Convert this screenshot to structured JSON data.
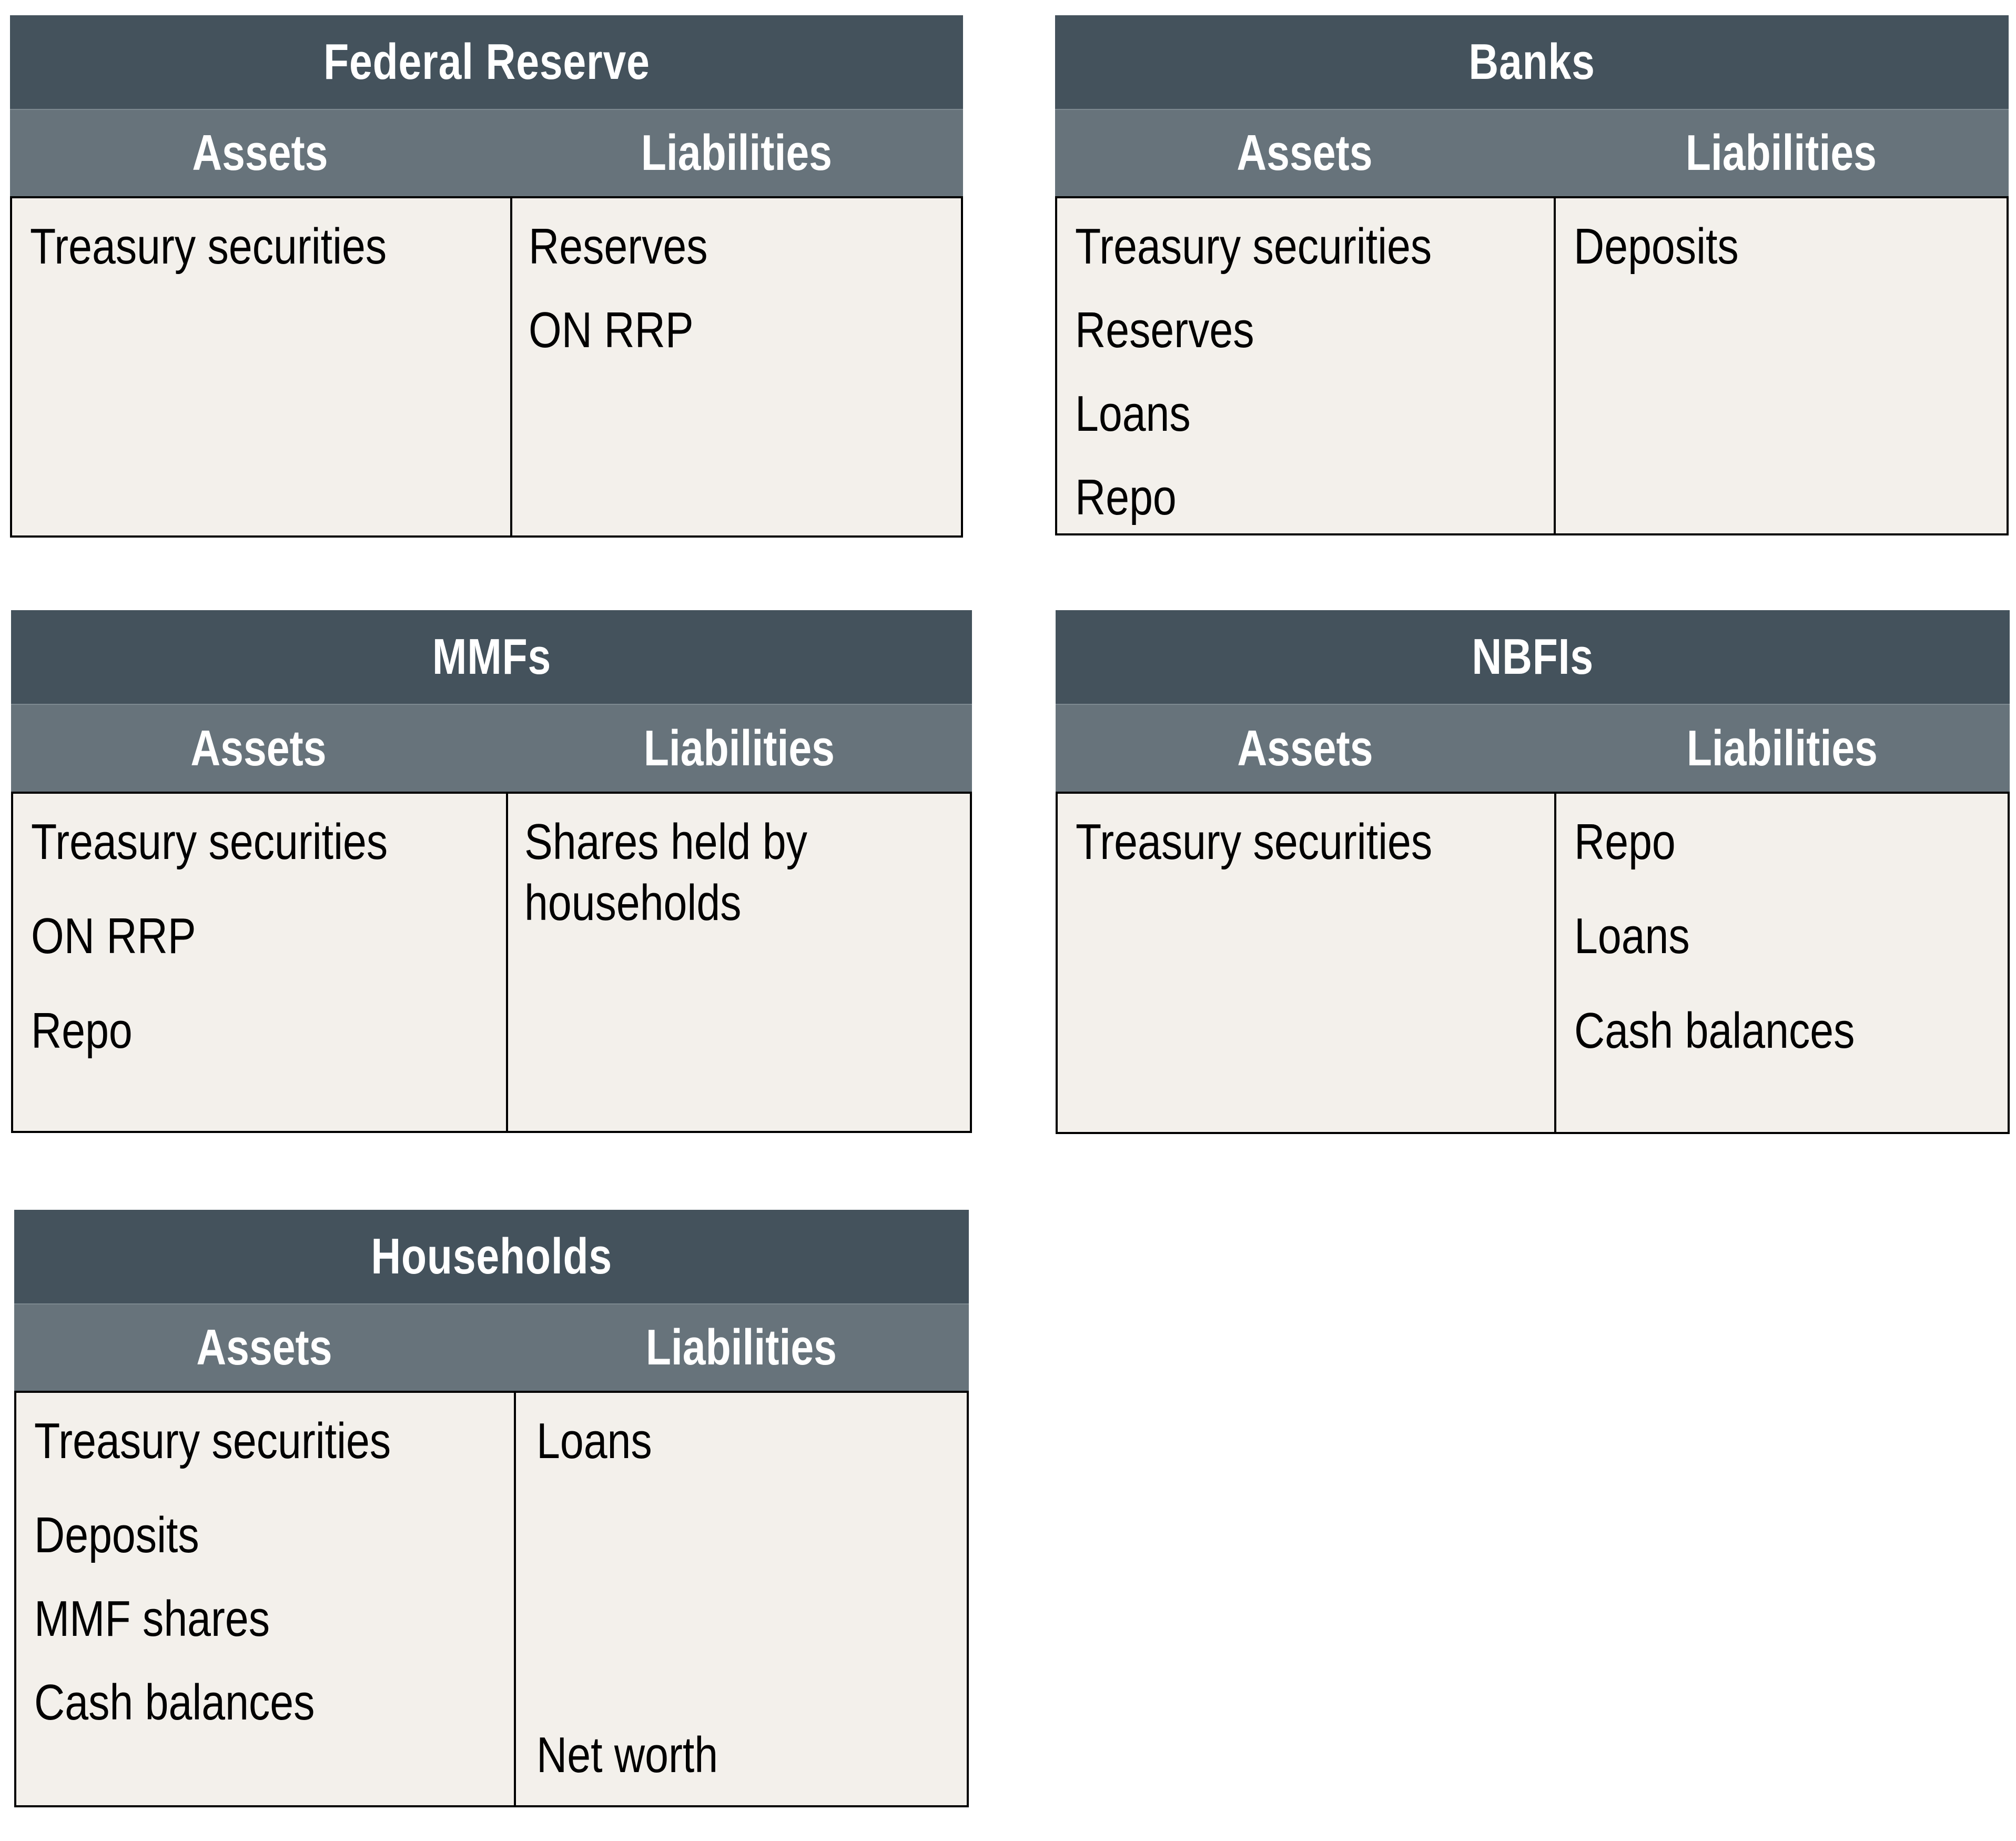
{
  "colors": {
    "title_bar": "#44525C",
    "column_header": "#67737B",
    "body_fill": "#F3F0EB",
    "border": "#000000",
    "header_text": "#FFFFFF",
    "body_text": "#000000"
  },
  "ledgers": [
    {
      "id": "federal-reserve",
      "title": "Federal Reserve",
      "columns": {
        "assets": "Assets",
        "liabilities": "Liabilities"
      },
      "assets": [
        "Treasury securities"
      ],
      "liabilities": [
        "Reserves",
        "ON RRP"
      ]
    },
    {
      "id": "banks",
      "title": "Banks",
      "columns": {
        "assets": "Assets",
        "liabilities": "Liabilities"
      },
      "assets": [
        "Treasury securities",
        "Reserves",
        "Loans",
        "Repo"
      ],
      "liabilities": [
        "Deposits"
      ]
    },
    {
      "id": "mmfs",
      "title": "MMFs",
      "columns": {
        "assets": "Assets",
        "liabilities": "Liabilities"
      },
      "assets": [
        "Treasury securities",
        "ON RRP",
        "Repo"
      ],
      "liabilities": [
        "Shares held by\nhouseholds"
      ]
    },
    {
      "id": "nbfis",
      "title": "NBFIs",
      "columns": {
        "assets": "Assets",
        "liabilities": "Liabilities"
      },
      "assets": [
        "Treasury securities"
      ],
      "liabilities": [
        "Repo",
        "Loans",
        "Cash balances"
      ]
    },
    {
      "id": "households",
      "title": "Households",
      "columns": {
        "assets": "Assets",
        "liabilities": "Liabilities"
      },
      "assets": [
        "Treasury securities",
        "Deposits",
        "MMF shares",
        "Cash balances"
      ],
      "liabilities": [
        "Loans",
        "Net worth"
      ]
    }
  ]
}
